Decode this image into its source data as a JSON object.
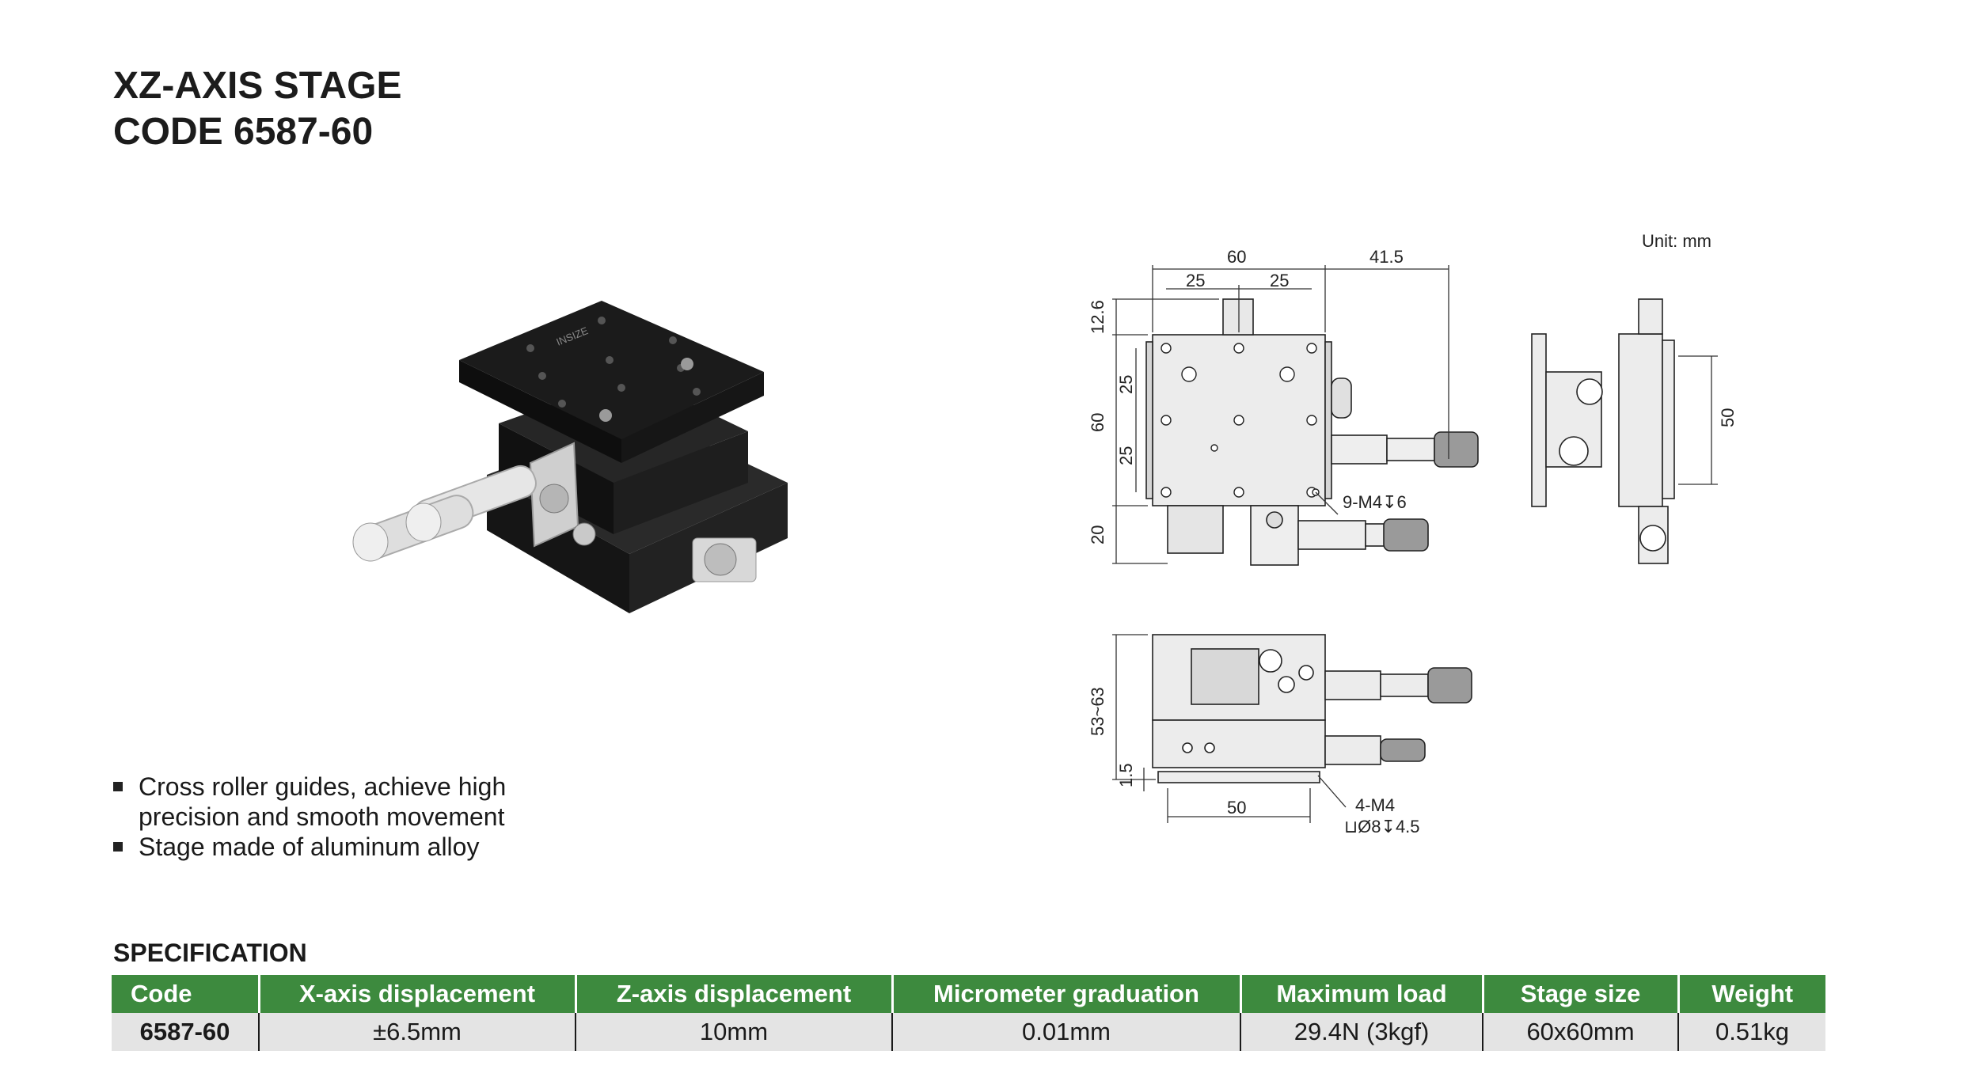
{
  "header": {
    "title_line1": "XZ-AXIS STAGE",
    "title_line2": "CODE 6587-60"
  },
  "photo": {
    "brand_mark": "INSIZE"
  },
  "drawing": {
    "unit_label": "Unit: mm",
    "dims": {
      "width_60": "60",
      "half_25_left": "25",
      "half_25_right": "25",
      "overhang_41_5": "41.5",
      "top_12_6": "12.6",
      "side_25_top": "25",
      "side_60": "60",
      "side_25_bottom": "25",
      "bottom_20": "20",
      "holes_note": "9-M4↧6",
      "right_50": "50",
      "height_53_63": "53~63",
      "gap_1_5": "1.5",
      "bottom_50": "50",
      "mount_note_1": "4-M4",
      "mount_note_2": "⊔Ø8↧4.5"
    }
  },
  "features": [
    "Cross roller guides, achieve high precision and smooth movement",
    "Stage made of aluminum alloy"
  ],
  "specification": {
    "heading": "SPECIFICATION",
    "columns": [
      "Code",
      "X-axis displacement",
      "Z-axis displacement",
      "Micrometer graduation",
      "Maximum load",
      "Stage size",
      "Weight"
    ],
    "rows": [
      [
        "6587-60",
        "±6.5mm",
        "10mm",
        "0.01mm",
        "29.4N (3kgf)",
        "60x60mm",
        "0.51kg"
      ]
    ]
  },
  "colors": {
    "table_header_bg": "#3d8a3e",
    "table_row_bg": "#e4e4e4",
    "stage_body": "#1b1b1b"
  }
}
